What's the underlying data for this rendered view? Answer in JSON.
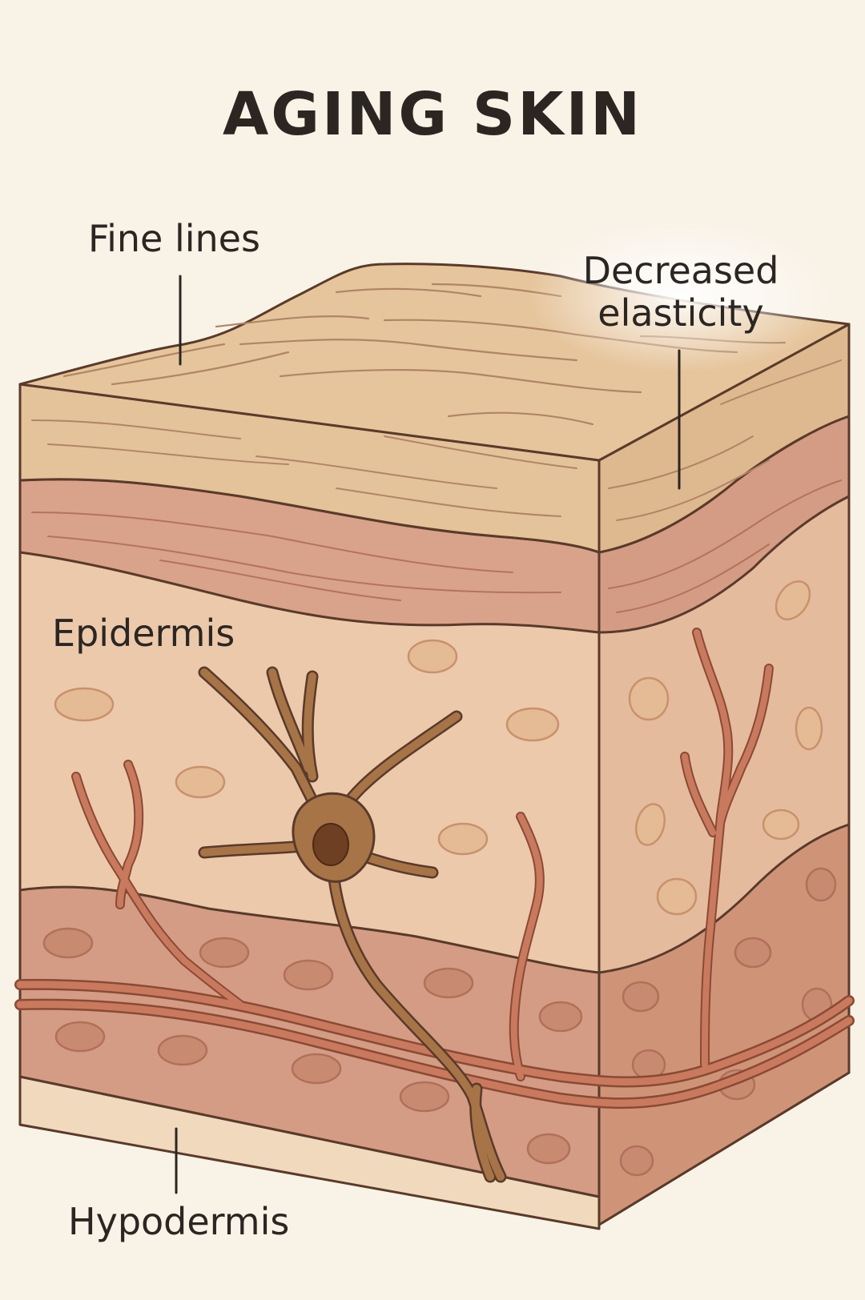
{
  "title": "AGING SKIN",
  "labels": {
    "fine_lines": "Fine lines",
    "decreased_elasticity_line1": "Decreased",
    "decreased_elasticity_line2": "elasticity",
    "epidermis": "Epidermis",
    "hypodermis": "Hypodermis"
  },
  "colors": {
    "background": "#f9f2e7",
    "epidermis_top": "#e4c29a",
    "pink_band": "#d9a28b",
    "dermis": "#ecc9ab",
    "deep_layer": "#d49c84",
    "hypodermis": "#f0d9bd",
    "vessel": "#c97a5e",
    "nerve_cell": "#a77448",
    "outline": "#5a3a2a"
  },
  "icons": [
    "skin-cross-section",
    "nerve-cell",
    "blood-vessel",
    "cell-oval"
  ]
}
